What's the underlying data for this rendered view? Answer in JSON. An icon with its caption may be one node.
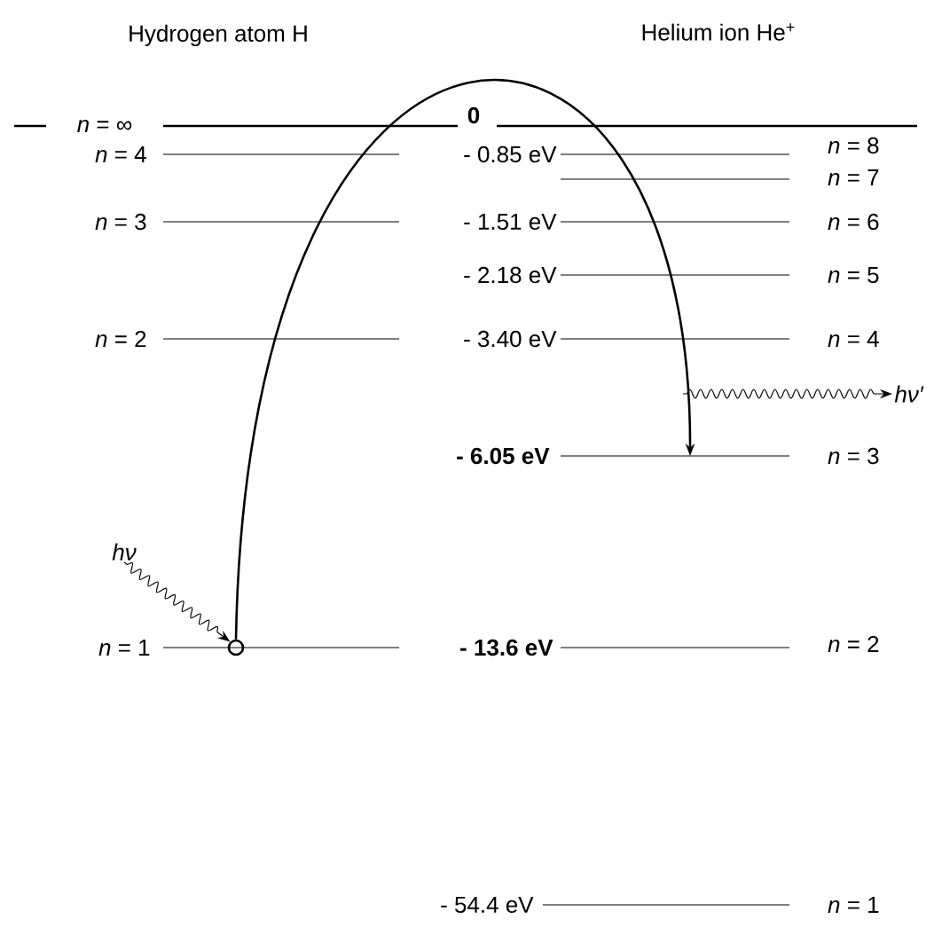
{
  "diagram": {
    "nodes": [
      {
        "text": [
          "hν"
        ]
      },
      {
        "text": [],
        "shape": "circle"
      },
      {
        "text": [
          "hν′"
        ]
      }
    ],
    "edges": [
      {
        "from": 0,
        "to": 1,
        "arrow": "to"
      },
      {
        "from": 1,
        "to": null,
        "arrow": "to"
      },
      {
        "from": null,
        "to": 2,
        "arrow": "to"
      }
    ],
    "labels": [
      "Hydrogen atom H",
      "Helium ion He$^{+}$",
      "*n* = ∞",
      "0",
      "*n* = 4",
      "- 0.85 eV",
      "*n* = 8",
      "*n* = 7",
      "*n* = 3",
      "- 1.51 eV",
      "*n* = 6",
      "- 2.18 eV",
      "*n* = 5",
      "*n* = 2",
      "- 3.40 eV",
      "*n* = 4",
      "- 6.05 eV",
      "*n* = 3",
      "*n* = 1",
      "- 13.6 eV",
      "*n* = 2",
      "- 54.4 eV",
      "*n* = 1"
    ]
  }
}
